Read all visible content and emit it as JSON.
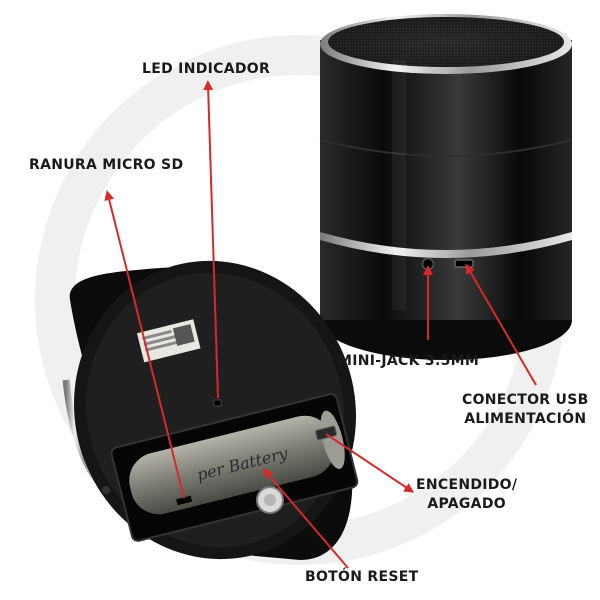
{
  "labels": {
    "led": "LED INDICADOR",
    "sd": "RANURA MICRO SD",
    "minijack": "MINI-JACK 3.5MM",
    "usb_line1": "CONECTOR USB",
    "usb_line2": "ALIMENTACIÓN",
    "power_line1": "ENCENDIDO/",
    "power_line2": "APAGADO",
    "reset": "BOTÓN RESET"
  },
  "battery_text": "per Battery",
  "colors": {
    "annotation_line": "#d42a2a",
    "device_body": "#111111",
    "chrome_ring": "#c9c9c9",
    "battery": "#8a8a82",
    "background": "#ffffff"
  }
}
